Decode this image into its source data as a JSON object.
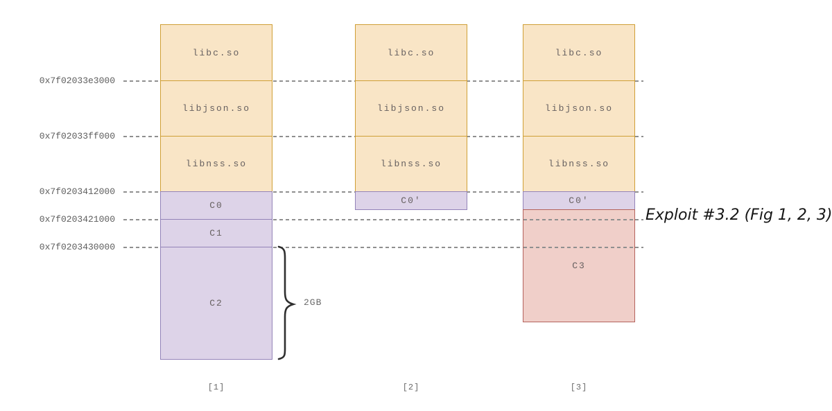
{
  "addresses": [
    {
      "label": "0x7f02033e3000"
    },
    {
      "label": "0x7f02033ff000"
    },
    {
      "label": "0x7f0203412000"
    },
    {
      "label": "0x7f0203421000"
    },
    {
      "label": "0x7f0203430000"
    }
  ],
  "columns": [
    {
      "caption": "[1]",
      "sections": [
        {
          "label": "libc.so"
        },
        {
          "label": "libjson.so"
        },
        {
          "label": "libnss.so"
        },
        {
          "label": "C0"
        },
        {
          "label": "C1"
        },
        {
          "label": "C2"
        }
      ]
    },
    {
      "caption": "[2]",
      "sections": [
        {
          "label": "libc.so"
        },
        {
          "label": "libjson.so"
        },
        {
          "label": "libnss.so"
        },
        {
          "label": "C0'"
        }
      ]
    },
    {
      "caption": "[3]",
      "sections": [
        {
          "label": "libc.so"
        },
        {
          "label": "libjson.so"
        },
        {
          "label": "libnss.so"
        },
        {
          "label": "C0'"
        },
        {
          "label": "C3"
        }
      ]
    }
  ],
  "brace": {
    "label": "2GB"
  },
  "annotation": {
    "text": "Exploit #3.2 (Fig 1, 2, 3)"
  },
  "colors": {
    "lib_fill": "#f9e5c6",
    "lib_border": "#cf9f35",
    "chunk_fill": "#ddd3e8",
    "chunk_border": "#9383b8",
    "evil_fill": "#f0cfc9",
    "evil_border": "#b4625c",
    "dash_line": "#8f8f8f",
    "label_text": "#666060",
    "annotation_text": "#161616"
  }
}
